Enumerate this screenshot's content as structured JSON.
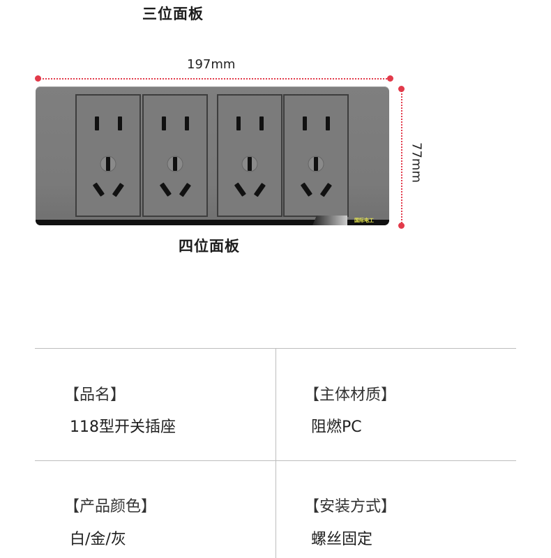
{
  "top_caption": "三位面板",
  "bottom_caption": "四位面板",
  "dimensions": {
    "width_label": "197mm",
    "height_label": "77mm",
    "accent_color": "#e23a4a"
  },
  "panel": {
    "color": "#7a7a7a",
    "socket_count": 4,
    "brand_badge": "国际电工"
  },
  "specs": [
    {
      "label": "【品名】",
      "value": "118型开关插座"
    },
    {
      "label": "【主体材质】",
      "value": "阻燃PC"
    },
    {
      "label": "【产品颜色】",
      "value": "白/金/灰"
    },
    {
      "label": "【安装方式】",
      "value": "螺丝固定"
    }
  ]
}
